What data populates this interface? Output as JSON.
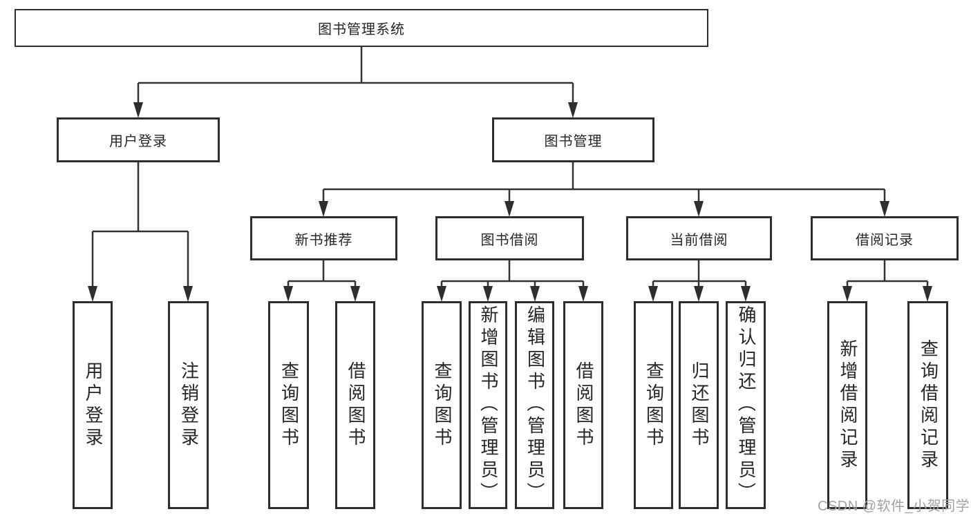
{
  "tree": {
    "label": "图书管理系统",
    "children": [
      {
        "label": "用户登录",
        "children": [
          {
            "label": "用户登录"
          },
          {
            "label": "注销登录"
          }
        ]
      },
      {
        "label": "图书管理",
        "children": [
          {
            "label": "新书推荐",
            "children": [
              {
                "label": "查询图书"
              },
              {
                "label": "借阅图书"
              }
            ]
          },
          {
            "label": "图书借阅",
            "children": [
              {
                "label": "查询图书"
              },
              {
                "label": "新增图书（管理员）"
              },
              {
                "label": "编辑图书（管理员）"
              },
              {
                "label": "借阅图书"
              }
            ]
          },
          {
            "label": "当前借阅",
            "children": [
              {
                "label": "查询图书"
              },
              {
                "label": "归还图书"
              },
              {
                "label": "确认归还（管理员）"
              }
            ]
          },
          {
            "label": "借阅记录",
            "children": [
              {
                "label": "新增借阅记录"
              },
              {
                "label": "查询借阅记录"
              }
            ]
          }
        ]
      }
    ]
  },
  "watermark": {
    "text": "CSDN @软件_小贺同学"
  },
  "colors": {
    "line": "#333333",
    "box_border": "#2e2e2e",
    "box_fill": "#ffffff",
    "text": "#262626",
    "watermark": "#a3a3a3"
  }
}
